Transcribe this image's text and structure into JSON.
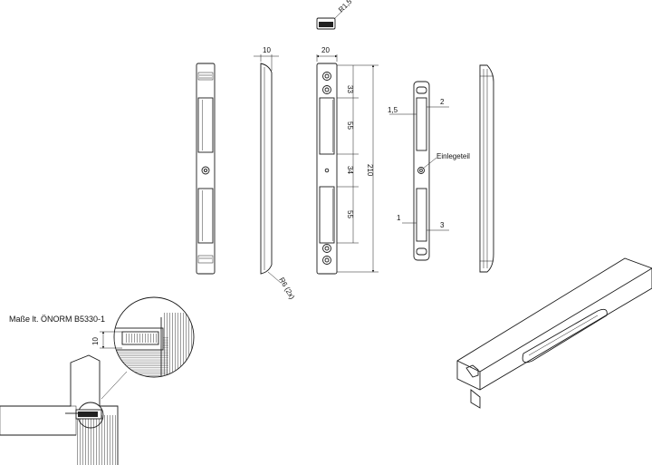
{
  "labels": {
    "einlegeteil": "Einlegeteil",
    "norm": "Maße lt. ÖNORM B5330-1"
  },
  "dimensions": {
    "r15": "R1,5",
    "d10": "10",
    "d20": "20",
    "r6": "R6 (2x)",
    "d33": "33",
    "d55a": "55",
    "d34": "34",
    "d55b": "55",
    "d210": "210",
    "d2": "2",
    "d15": "1,5",
    "d1": "1",
    "d3": "3",
    "d10b": "10"
  }
}
